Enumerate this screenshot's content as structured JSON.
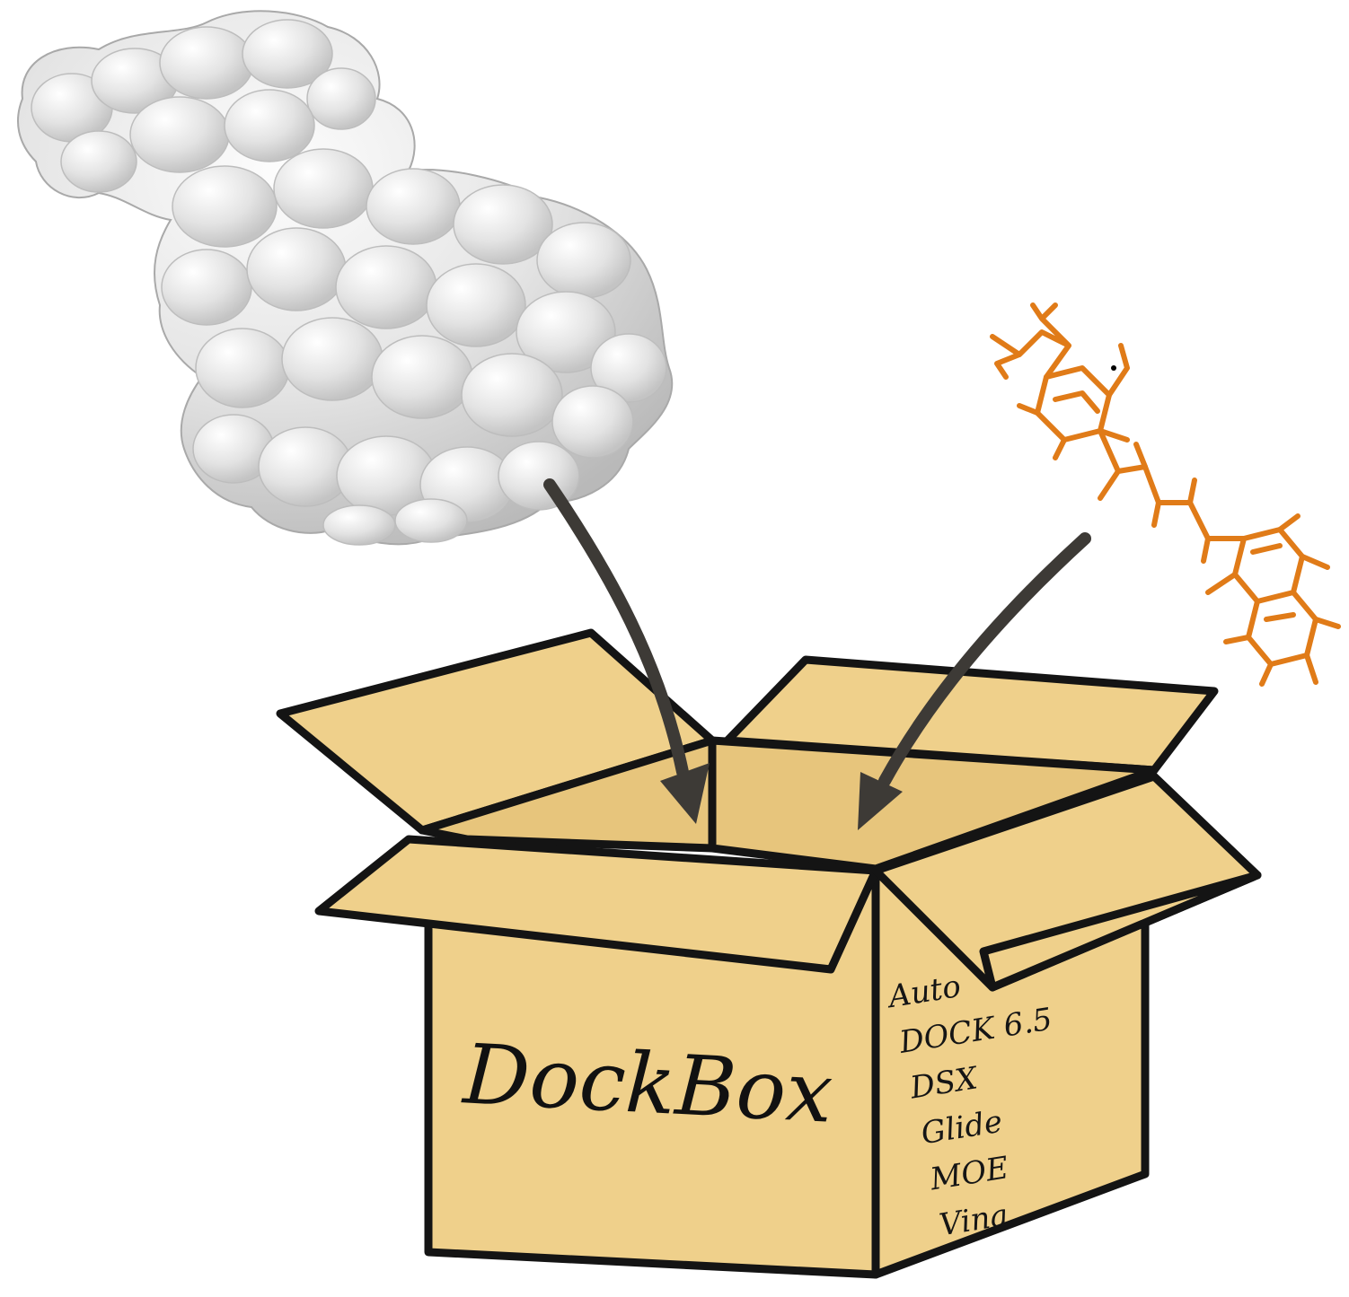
{
  "box": {
    "title": "DockBox",
    "tools": [
      "Auto",
      "DOCK 6.5",
      "DSX",
      "Glide",
      "MOE",
      "Vina"
    ]
  },
  "colors": {
    "cardboard": "#efd08b",
    "outline": "#141414",
    "arrow": "#3d3a36",
    "ligand": "#e07b18",
    "protein": "#e7e7e7"
  },
  "icons": {
    "protein": "protein-surface-icon",
    "ligand": "ligand-molecule-icon"
  }
}
